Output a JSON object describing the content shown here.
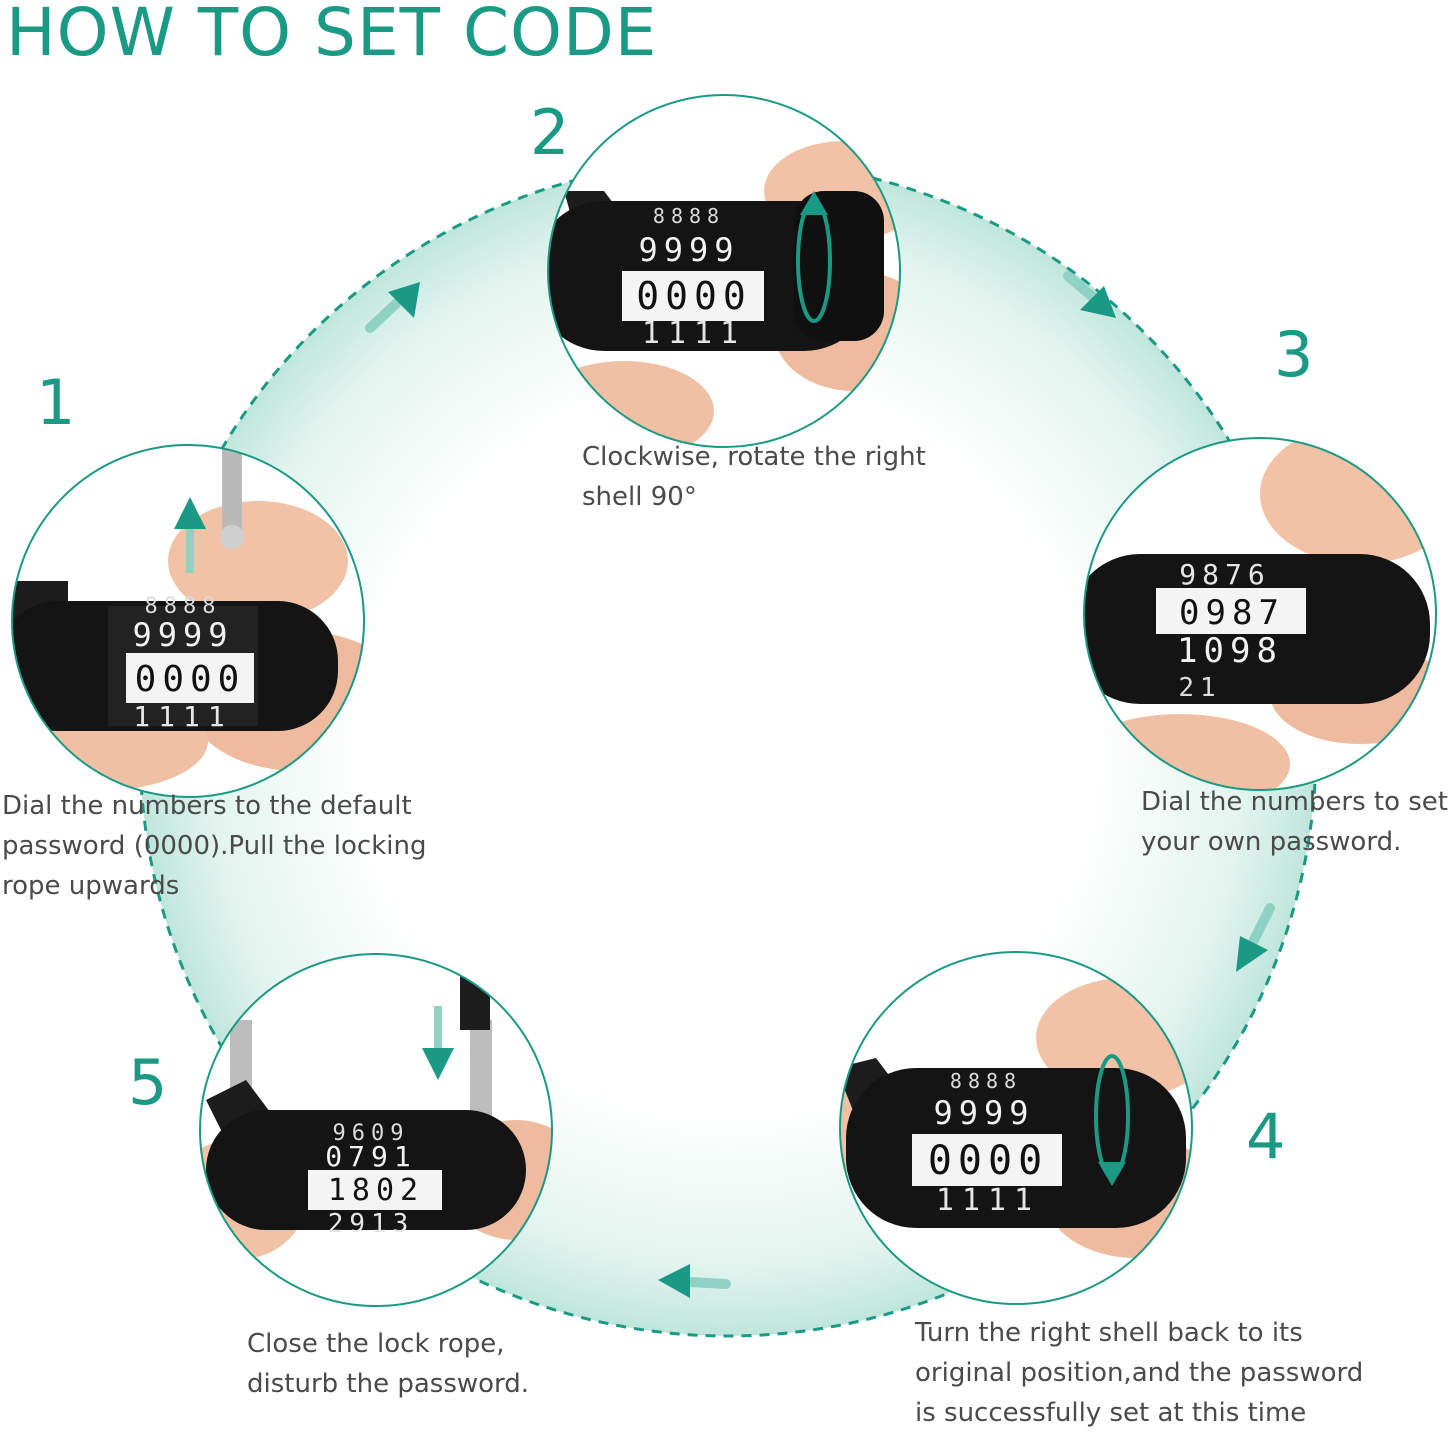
{
  "title": "HOW TO SET CODE",
  "accent": "#1a9a84",
  "steps": [
    {
      "number": "1",
      "caption_lines": [
        "Dial the numbers to the default",
        "password (0000).Pull the locking",
        "rope upwards"
      ],
      "lock_rows": [
        "8888",
        "9999",
        "0000",
        "1111"
      ]
    },
    {
      "number": "2",
      "caption_lines": [
        "Clockwise, rotate the right",
        "shell 90°"
      ],
      "lock_rows": [
        "8888",
        "9999",
        "0000",
        "1111"
      ]
    },
    {
      "number": "3",
      "caption_lines": [
        "Dial the numbers to set",
        "your own password."
      ],
      "lock_rows": [
        "9876",
        "0987",
        "1098",
        "21"
      ]
    },
    {
      "number": "4",
      "caption_lines": [
        "Turn the right shell back to its",
        "original position,and the password",
        "is successfully set at this time"
      ],
      "lock_rows": [
        "8888",
        "9999",
        "0000",
        "1111"
      ]
    },
    {
      "number": "5",
      "caption_lines": [
        "Close the lock rope,",
        "disturb the password."
      ],
      "lock_rows": [
        "9609",
        "0791",
        "1802",
        "2913"
      ]
    }
  ],
  "icons": {
    "arrow": "arrow-icon",
    "rotate": "rotate-icon",
    "lock": "lock-icon",
    "finger": "finger-icon"
  }
}
